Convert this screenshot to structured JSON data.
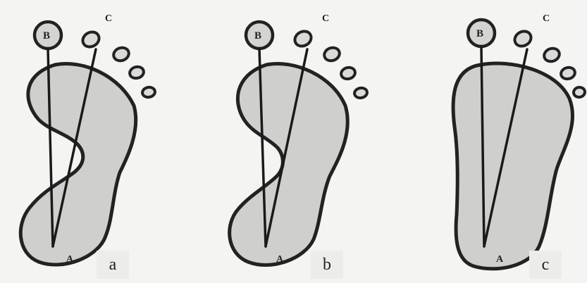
{
  "diagrams": [
    {
      "id": "a",
      "caption": "a",
      "labels": {
        "A": "A",
        "B": "B",
        "C": "C"
      }
    },
    {
      "id": "b",
      "caption": "b",
      "labels": {
        "A": "A",
        "B": "B",
        "C": "C"
      }
    },
    {
      "id": "c",
      "caption": "c",
      "labels": {
        "A": "A",
        "B": "B",
        "C": "C"
      }
    }
  ],
  "colors": {
    "foot_fill": "#cfcfcd",
    "outline": "#222222",
    "background": "#f4f4f2"
  }
}
